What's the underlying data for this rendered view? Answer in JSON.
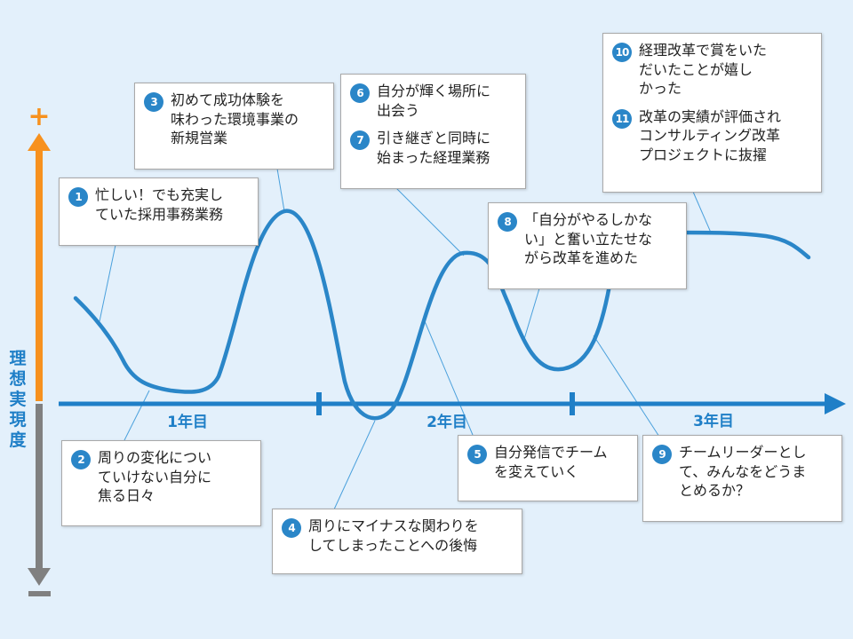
{
  "axis": {
    "vertical_label": [
      "理",
      "想",
      "実",
      "現",
      "度"
    ],
    "plus_symbol": "+",
    "years": [
      "1年目",
      "2年目",
      "3年目"
    ]
  },
  "colors": {
    "background": "#e3f0fb",
    "curve": "#2a86c8",
    "timeline": "#1f7fc7",
    "positive": "#f7911e",
    "negative": "#808080",
    "badge": "#2a86c8"
  },
  "notes": [
    {
      "id": "n1",
      "entries": [
        {
          "num": "1",
          "text": "忙しい！でも充実し\nていた採用事務業務"
        }
      ]
    },
    {
      "id": "n2",
      "entries": [
        {
          "num": "2",
          "text": "周りの変化につい\nていけない自分に\n焦る日々"
        }
      ]
    },
    {
      "id": "n3",
      "entries": [
        {
          "num": "3",
          "text": "初めて成功体験を\n味わった環境事業の\n新規営業"
        }
      ]
    },
    {
      "id": "n4",
      "entries": [
        {
          "num": "4",
          "text": "周りにマイナスな関わりを\nしてしまったことへの後悔"
        }
      ]
    },
    {
      "id": "n5",
      "entries": [
        {
          "num": "5",
          "text": "自分発信でチーム\nを変えていく"
        }
      ]
    },
    {
      "id": "n67",
      "entries": [
        {
          "num": "6",
          "text": "自分が輝く場所に\n出会う"
        },
        {
          "num": "7",
          "text": "引き継ぎと同時に\n始まった経理業務"
        }
      ]
    },
    {
      "id": "n8",
      "entries": [
        {
          "num": "8",
          "text": "「自分がやるしかな\nい」と奮い立たせな\nがら改革を進めた"
        }
      ]
    },
    {
      "id": "n9",
      "entries": [
        {
          "num": "9",
          "text": "チームリーダーとし\nて、みんなをどうま\nとめるか？"
        }
      ]
    },
    {
      "id": "n1011",
      "entries": [
        {
          "num": "10",
          "text": "経理改革で賞をいた\nだいたことが嬉し\nかった"
        },
        {
          "num": "11",
          "text": "改革の実績が評価され\nコンサルティング改革\nプロジェクトに抜擢"
        }
      ]
    }
  ]
}
